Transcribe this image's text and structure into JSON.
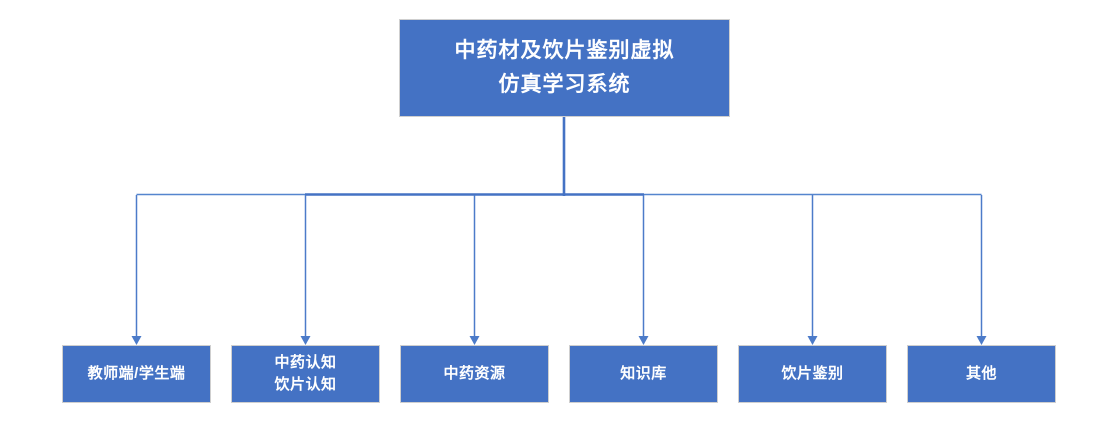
{
  "diagram": {
    "type": "tree",
    "root": {
      "id": "system",
      "label": "中药材及饮片鉴别虚拟\n仿真学习系统"
    },
    "children": [
      {
        "id": "teacher-student-portal",
        "label": "教师端/学生端"
      },
      {
        "id": "herb-and-piece-cognition",
        "label": "中药认知\n饮片认知"
      },
      {
        "id": "herb-resources",
        "label": "中药资源"
      },
      {
        "id": "knowledge-base",
        "label": "知识库"
      },
      {
        "id": "piece-identification",
        "label": "饮片鉴别"
      },
      {
        "id": "other",
        "label": "其他"
      }
    ],
    "colors": {
      "node_fill": "#4472C4",
      "node_border": "#CFCFCF",
      "node_text": "#FFFFFF",
      "connector": "#4C7BC9",
      "connector_trunk": "#4472C4",
      "background": "#FFFFFF"
    }
  }
}
